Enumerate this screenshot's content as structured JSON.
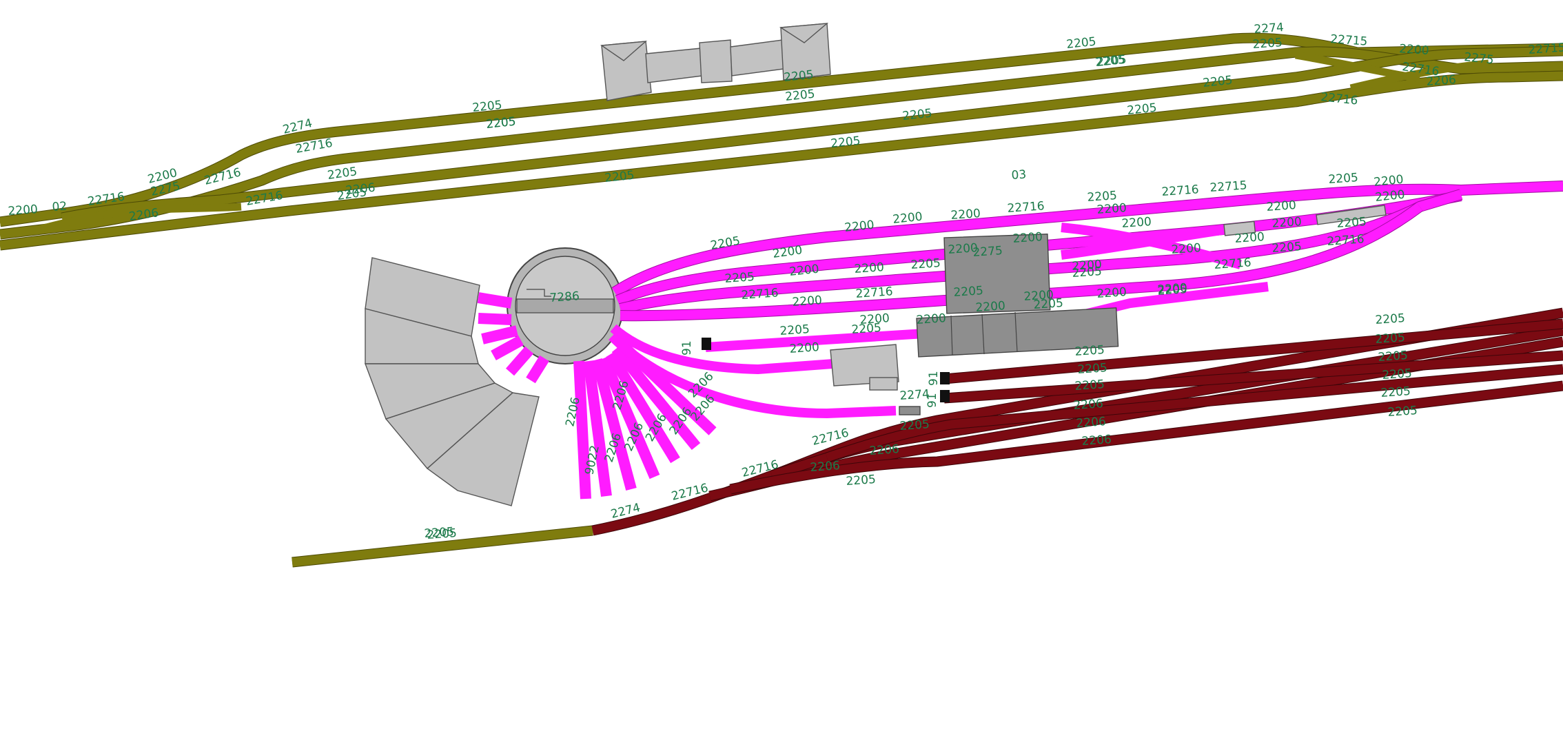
{
  "colors": {
    "main_line": "#7f7c0e",
    "depot_yard": "#ff1cff",
    "freight_yard": "#7b0a12",
    "label": "#1c7a4a",
    "building": "#c2c2c2",
    "building_dark": "#8e8e8e",
    "buffer_stop": "#111111"
  },
  "labels": {
    "upper_left": [
      "2200",
      "02",
      "22716",
      "2275",
      "22716",
      "2206",
      "22716",
      "2200",
      "2205",
      "2205",
      "2205",
      "2274",
      "22716",
      "2206"
    ],
    "upper_mid": [
      "2205",
      "2205",
      "2205",
      "2205",
      "2205",
      "2205",
      "2205",
      "2205",
      "2205",
      "2205",
      "2205",
      "2205"
    ],
    "upper_right": [
      "2274",
      "2205",
      "22715",
      "2200",
      "2275",
      "22715",
      "22716",
      "22716",
      "2206"
    ],
    "depot_turntable": "7286",
    "depot_stalls": [
      "2206",
      "9022",
      "2206",
      "2206",
      "2206",
      "2206",
      "2206",
      "2206",
      "2206"
    ],
    "depot_tracks": [
      "2205",
      "2200",
      "2200",
      "2200",
      "2200",
      "22716",
      "2205",
      "03",
      "22716",
      "22715",
      "2200",
      "2205",
      "2200",
      "2200",
      "2200",
      "2200",
      "2205",
      "2275",
      "2200",
      "2205",
      "2200",
      "2200",
      "2200",
      "2200",
      "22716",
      "2205",
      "2200",
      "2205",
      "22716",
      "2205",
      "22716",
      "2200",
      "22716",
      "2200",
      "2205",
      "2200",
      "2200",
      "2205",
      "2205",
      "2200",
      "2200",
      "2200",
      "2200",
      "2205",
      "2200",
      "2205",
      "2200",
      "91",
      "2274"
    ],
    "freight_yard": [
      "2205",
      "2205",
      "2205",
      "2205",
      "2205",
      "2205",
      "2205",
      "2206",
      "2205",
      "2206",
      "2205",
      "2206",
      "2205",
      "2206",
      "2205",
      "2206",
      "91",
      "91",
      "22716",
      "22716",
      "22716",
      "2274",
      "2205"
    ],
    "lead_track": "2205"
  }
}
